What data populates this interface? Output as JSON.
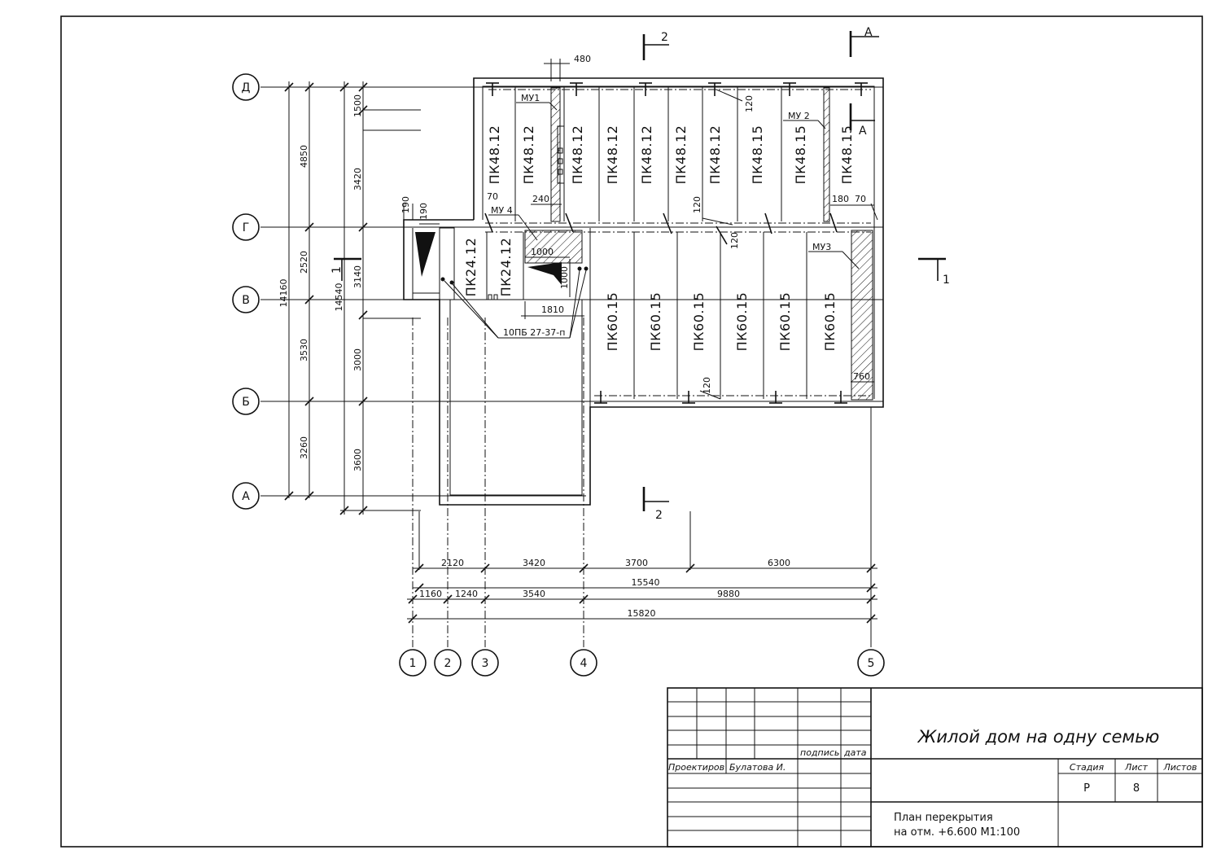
{
  "axes": {
    "rows": [
      "Д",
      "Г",
      "В",
      "Б",
      "А"
    ],
    "columns": [
      "1",
      "2",
      "3",
      "4",
      "5"
    ]
  },
  "panels": {
    "top": [
      "ПК48.12",
      "ПК48.12",
      "ПК48.12",
      "ПК48.12",
      "ПК48.12",
      "ПК48.12",
      "ПК48.12",
      "ПК48.15",
      "ПК48.15",
      "ПК48.15"
    ],
    "middle": [
      "ПК24.12",
      "ПК24.12"
    ],
    "lower": [
      "ПК60.15",
      "ПК60.15",
      "ПК60.15",
      "ПК60.15",
      "ПК60.15",
      "ПК60.15"
    ]
  },
  "labels": {
    "mu1": "МУ1",
    "mu2": "МУ 2",
    "mu3": "МУ3",
    "mu4": "МУ 4",
    "lintel": "10ПБ 27-37-п",
    "section_1": "1",
    "section_1b": "1",
    "section_2": "2",
    "section_2b": "2",
    "section_a": "А",
    "section_a2": "А"
  },
  "dimensions": {
    "top_480": "480",
    "d_190a": "190",
    "d_190b": "190",
    "d_120a": "120",
    "d_120b": "120",
    "d_120c": "120",
    "d_120d": "120",
    "d_70a": "70",
    "d_70b": "70",
    "d_240": "240",
    "d_180": "180",
    "d_1000a": "1000",
    "d_1000b": "1000",
    "d_1810": "1810",
    "d_760": "760",
    "left_4850": "4850",
    "left_2520": "2520",
    "left_3530": "3530",
    "left_3260": "3260",
    "left_14160": "14160",
    "left_14540": "14540",
    "left_3000": "3000",
    "left_3600": "3600",
    "left_1500": "1500",
    "left_3420": "3420",
    "left_3140": "3140",
    "bot_2120": "2120",
    "bot_3420": "3420",
    "bot_3700": "3700",
    "bot_6300": "6300",
    "bot_15540": "15540",
    "bot_1160": "1160",
    "bot_1240": "1240",
    "bot_3540": "3540",
    "bot_9880": "9880",
    "bot_15820": "15820"
  },
  "title_block": {
    "project": "Жилой дом на одну семью",
    "signature": "подпись",
    "date": "дата",
    "designed": "Проектиров",
    "designer": "Булатова И.",
    "stage_h": "Стадия",
    "sheet_h": "Лист",
    "sheets_h": "Листов",
    "stage": "Р",
    "sheet": "8",
    "drawing_line1": "План перекрытия",
    "drawing_line2": "на отм. +6.600 М1:100"
  }
}
